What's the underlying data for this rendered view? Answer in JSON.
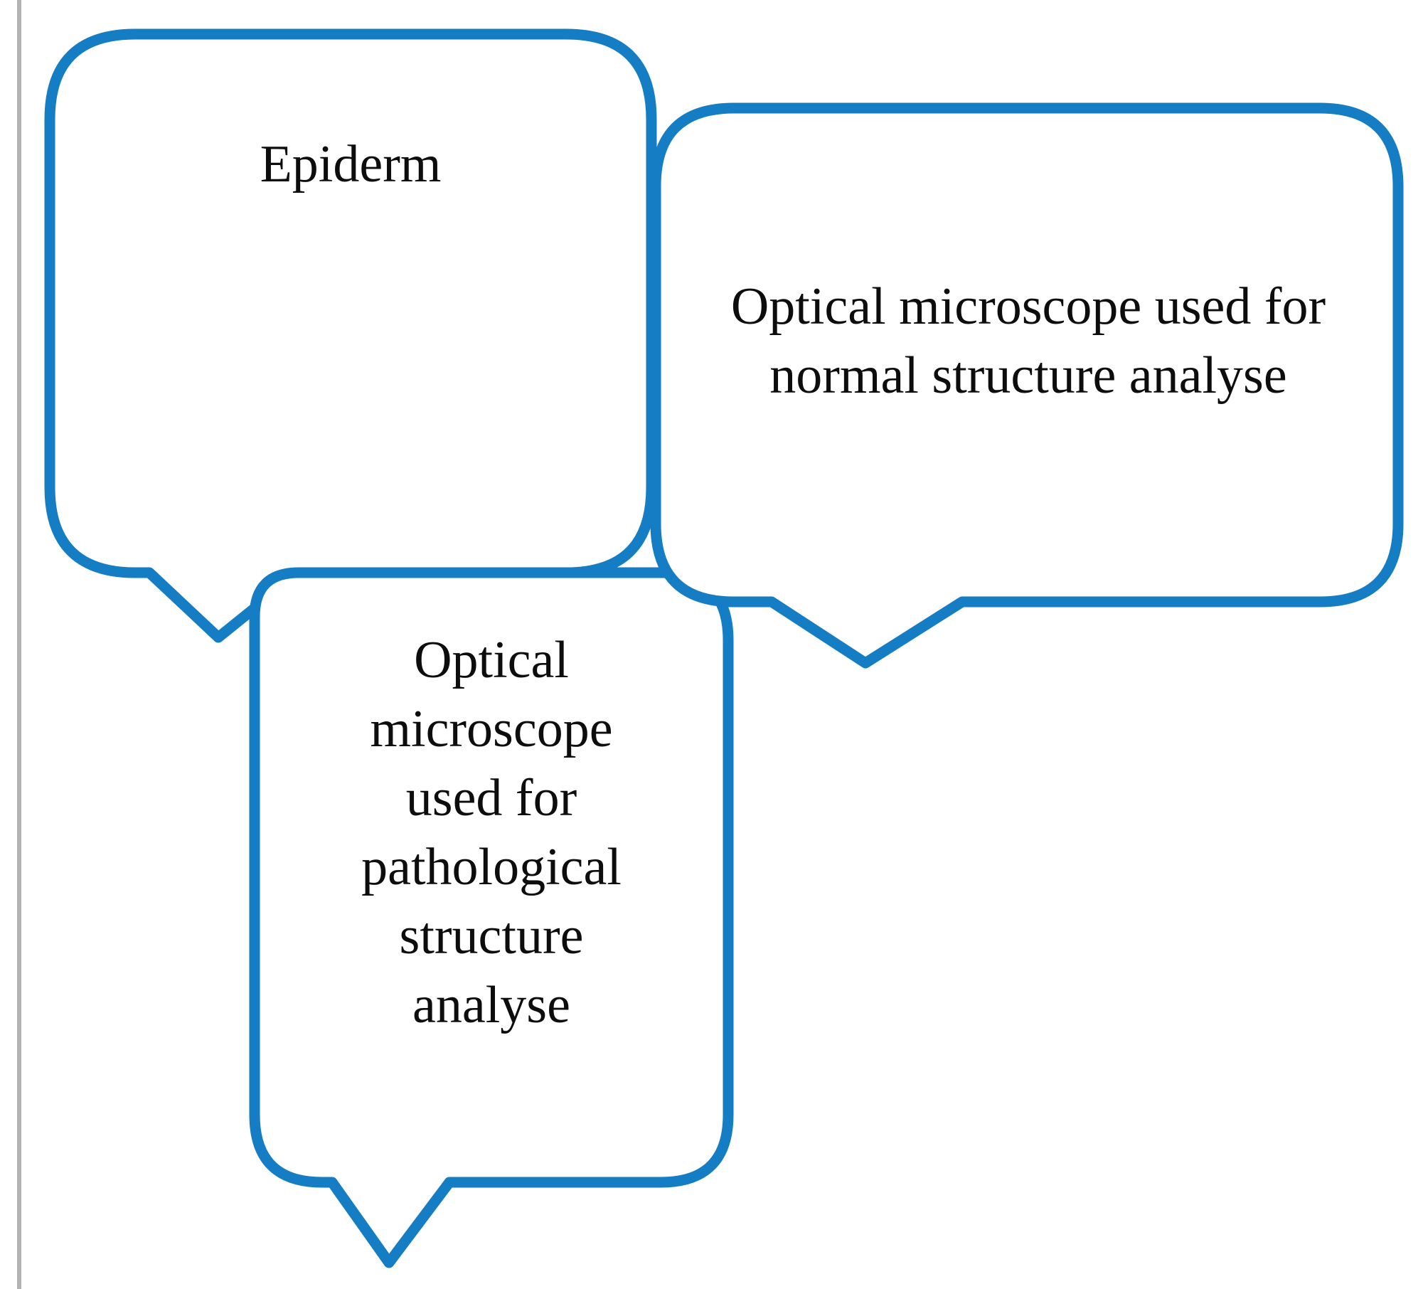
{
  "figure": {
    "type": "speech-bubble-diagram",
    "background_color": "#ffffff",
    "bubble_outline_color": "#147dc3",
    "bubble_fill_color": "#ffffff",
    "text_color": "#0d0d0d",
    "page_margin_line_color": "#b3b3b3",
    "bubbles": [
      {
        "id": "epiderm",
        "text": "Epiderm",
        "lines": [
          "Epiderm"
        ]
      },
      {
        "id": "normal-structure",
        "text": "Optical microscope used for normal structure analyse",
        "lines": [
          "Optical microscope used for",
          "normal structure analyse"
        ]
      },
      {
        "id": "pathological-structure",
        "text": "Optical microscope used for pathological structure analyse",
        "lines": [
          "Optical",
          "microscope",
          "used for",
          "pathological",
          "structure",
          "analyse"
        ]
      }
    ]
  }
}
